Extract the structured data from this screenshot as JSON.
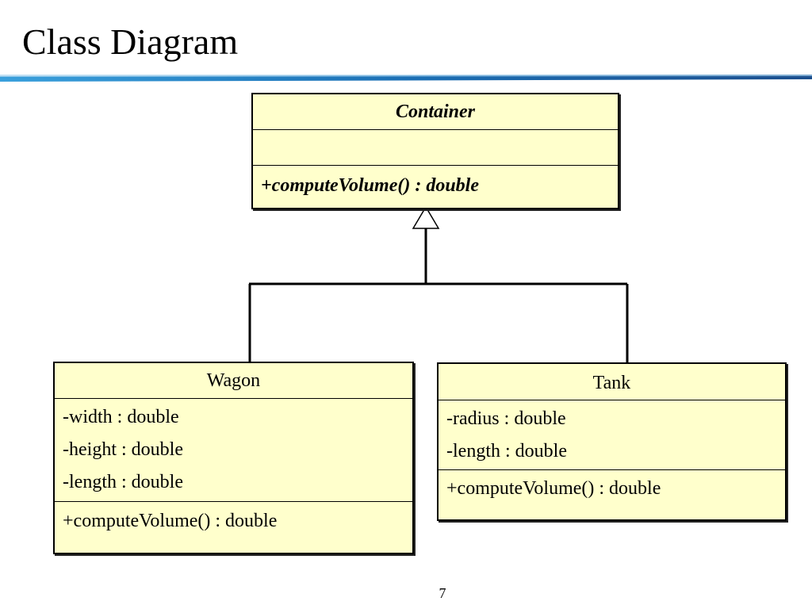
{
  "slide": {
    "title": "Class Diagram",
    "page_number": "7"
  },
  "colors": {
    "class_fill": "#ffffcc",
    "title_bar_left": "#2e8fd2",
    "title_bar_right": "#1c4f8e"
  },
  "diagram": {
    "relation": "generalization",
    "classes": {
      "container": {
        "name": "Container",
        "abstract": true,
        "attributes": [],
        "operations": [
          "+computeVolume() : double"
        ]
      },
      "wagon": {
        "name": "Wagon",
        "attributes": [
          "-width : double",
          "-height : double",
          "-length : double"
        ],
        "operations": [
          "+computeVolume() : double"
        ]
      },
      "tank": {
        "name": "Tank",
        "attributes": [
          "-radius : double",
          "-length : double"
        ],
        "operations": [
          "+computeVolume() : double"
        ]
      }
    }
  }
}
